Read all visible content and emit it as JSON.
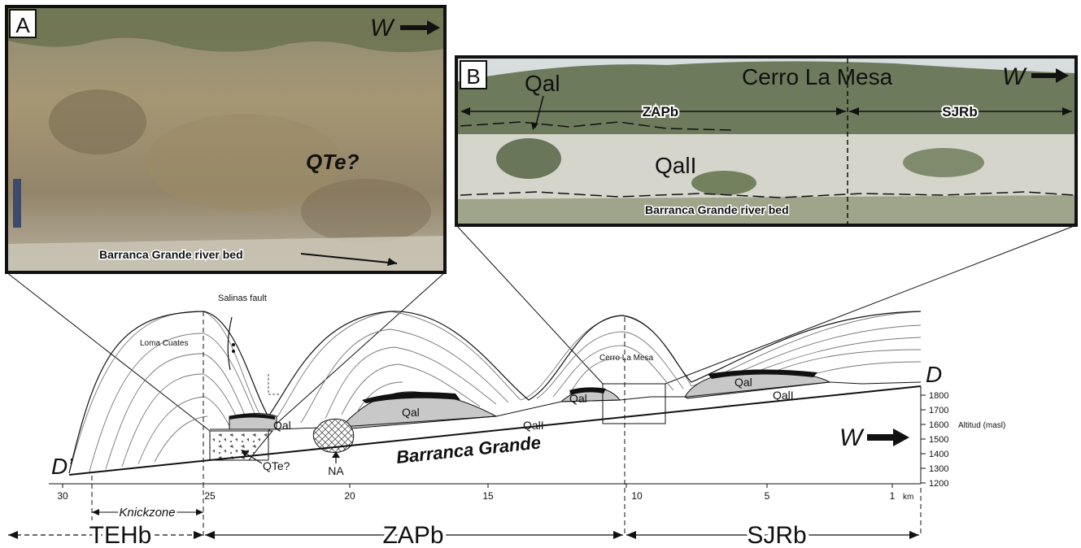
{
  "panel_a": {
    "letter": "A",
    "direction": "W",
    "unit_label": "QTe?",
    "river_label": "Barranca Grande river bed"
  },
  "panel_b": {
    "letter": "B",
    "direction": "W",
    "mountain_label": "Cerro La Mesa",
    "qal_label": "Qal",
    "basin_left": "ZAPb",
    "basin_right": "SJRb",
    "unit_label": "QalI",
    "river_label": "Barranca Grande river bed"
  },
  "section": {
    "label_d": "D",
    "label_d_prime": "D’",
    "salinas_fault": "Salinas fault",
    "loma_cuates": "Loma Cuates",
    "cerro_la_mesa": "Cerro La Mesa",
    "qal_labels": [
      "Qal",
      "Qal",
      "Qal",
      "Qal"
    ],
    "qall_labels": [
      "QalI",
      "QalI"
    ],
    "qte": "QTe?",
    "na": "NA",
    "river": "Barranca Grande",
    "direction": "W",
    "altitude_title": "Altitud (masl)",
    "altitude_ticks": [
      "1800",
      "1700",
      "1600",
      "1500",
      "1400",
      "1300",
      "1200"
    ],
    "distance_ticks": [
      "30",
      "25",
      "20",
      "15",
      "10",
      "5",
      "1"
    ],
    "distance_unit": "km",
    "knickzone": "Knickzone",
    "basins": [
      "TEHb",
      "ZAPb",
      "SJRb"
    ]
  }
}
